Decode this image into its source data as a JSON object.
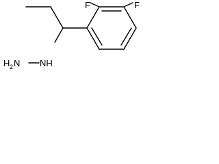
{
  "structure": {
    "atom_labels": {
      "f1": "F",
      "f2": "F",
      "nh": "NH",
      "h2n_h": "H",
      "h2n_sub": "2",
      "h2n_n": "N"
    }
  }
}
